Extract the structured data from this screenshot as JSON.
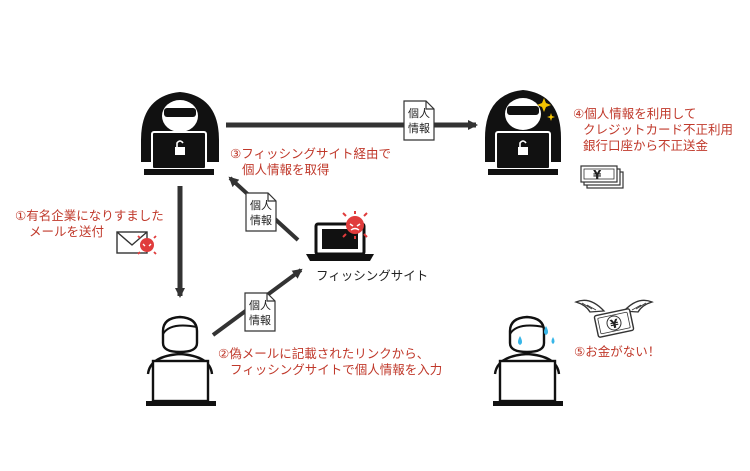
{
  "steps": {
    "step1": [
      "①有名企業になりすました",
      "メールを送付"
    ],
    "step2": [
      "②偽メールに記載されたリンクから、",
      "フィッシングサイトで個人情報を入力"
    ],
    "step3": [
      "③フィッシングサイト経由で",
      "個人情報を取得"
    ],
    "step4": [
      "④個人情報を利用して",
      "クレジットカード不正利用",
      "銀行口座から不正送金"
    ],
    "step5": "⑤お金がない！"
  },
  "phishing_site_label": "フィッシングサイト",
  "document_label": [
    "個人",
    "情報"
  ],
  "currency_symbol": "¥",
  "colors": {
    "step_text": "#c0392b",
    "arrows": "#333333",
    "hacker": "#111111",
    "victim_outline": "#111111",
    "virus_badge": "#e03c3c",
    "tear_drops": "#38b6e8",
    "sparkle": "#f2c200"
  }
}
